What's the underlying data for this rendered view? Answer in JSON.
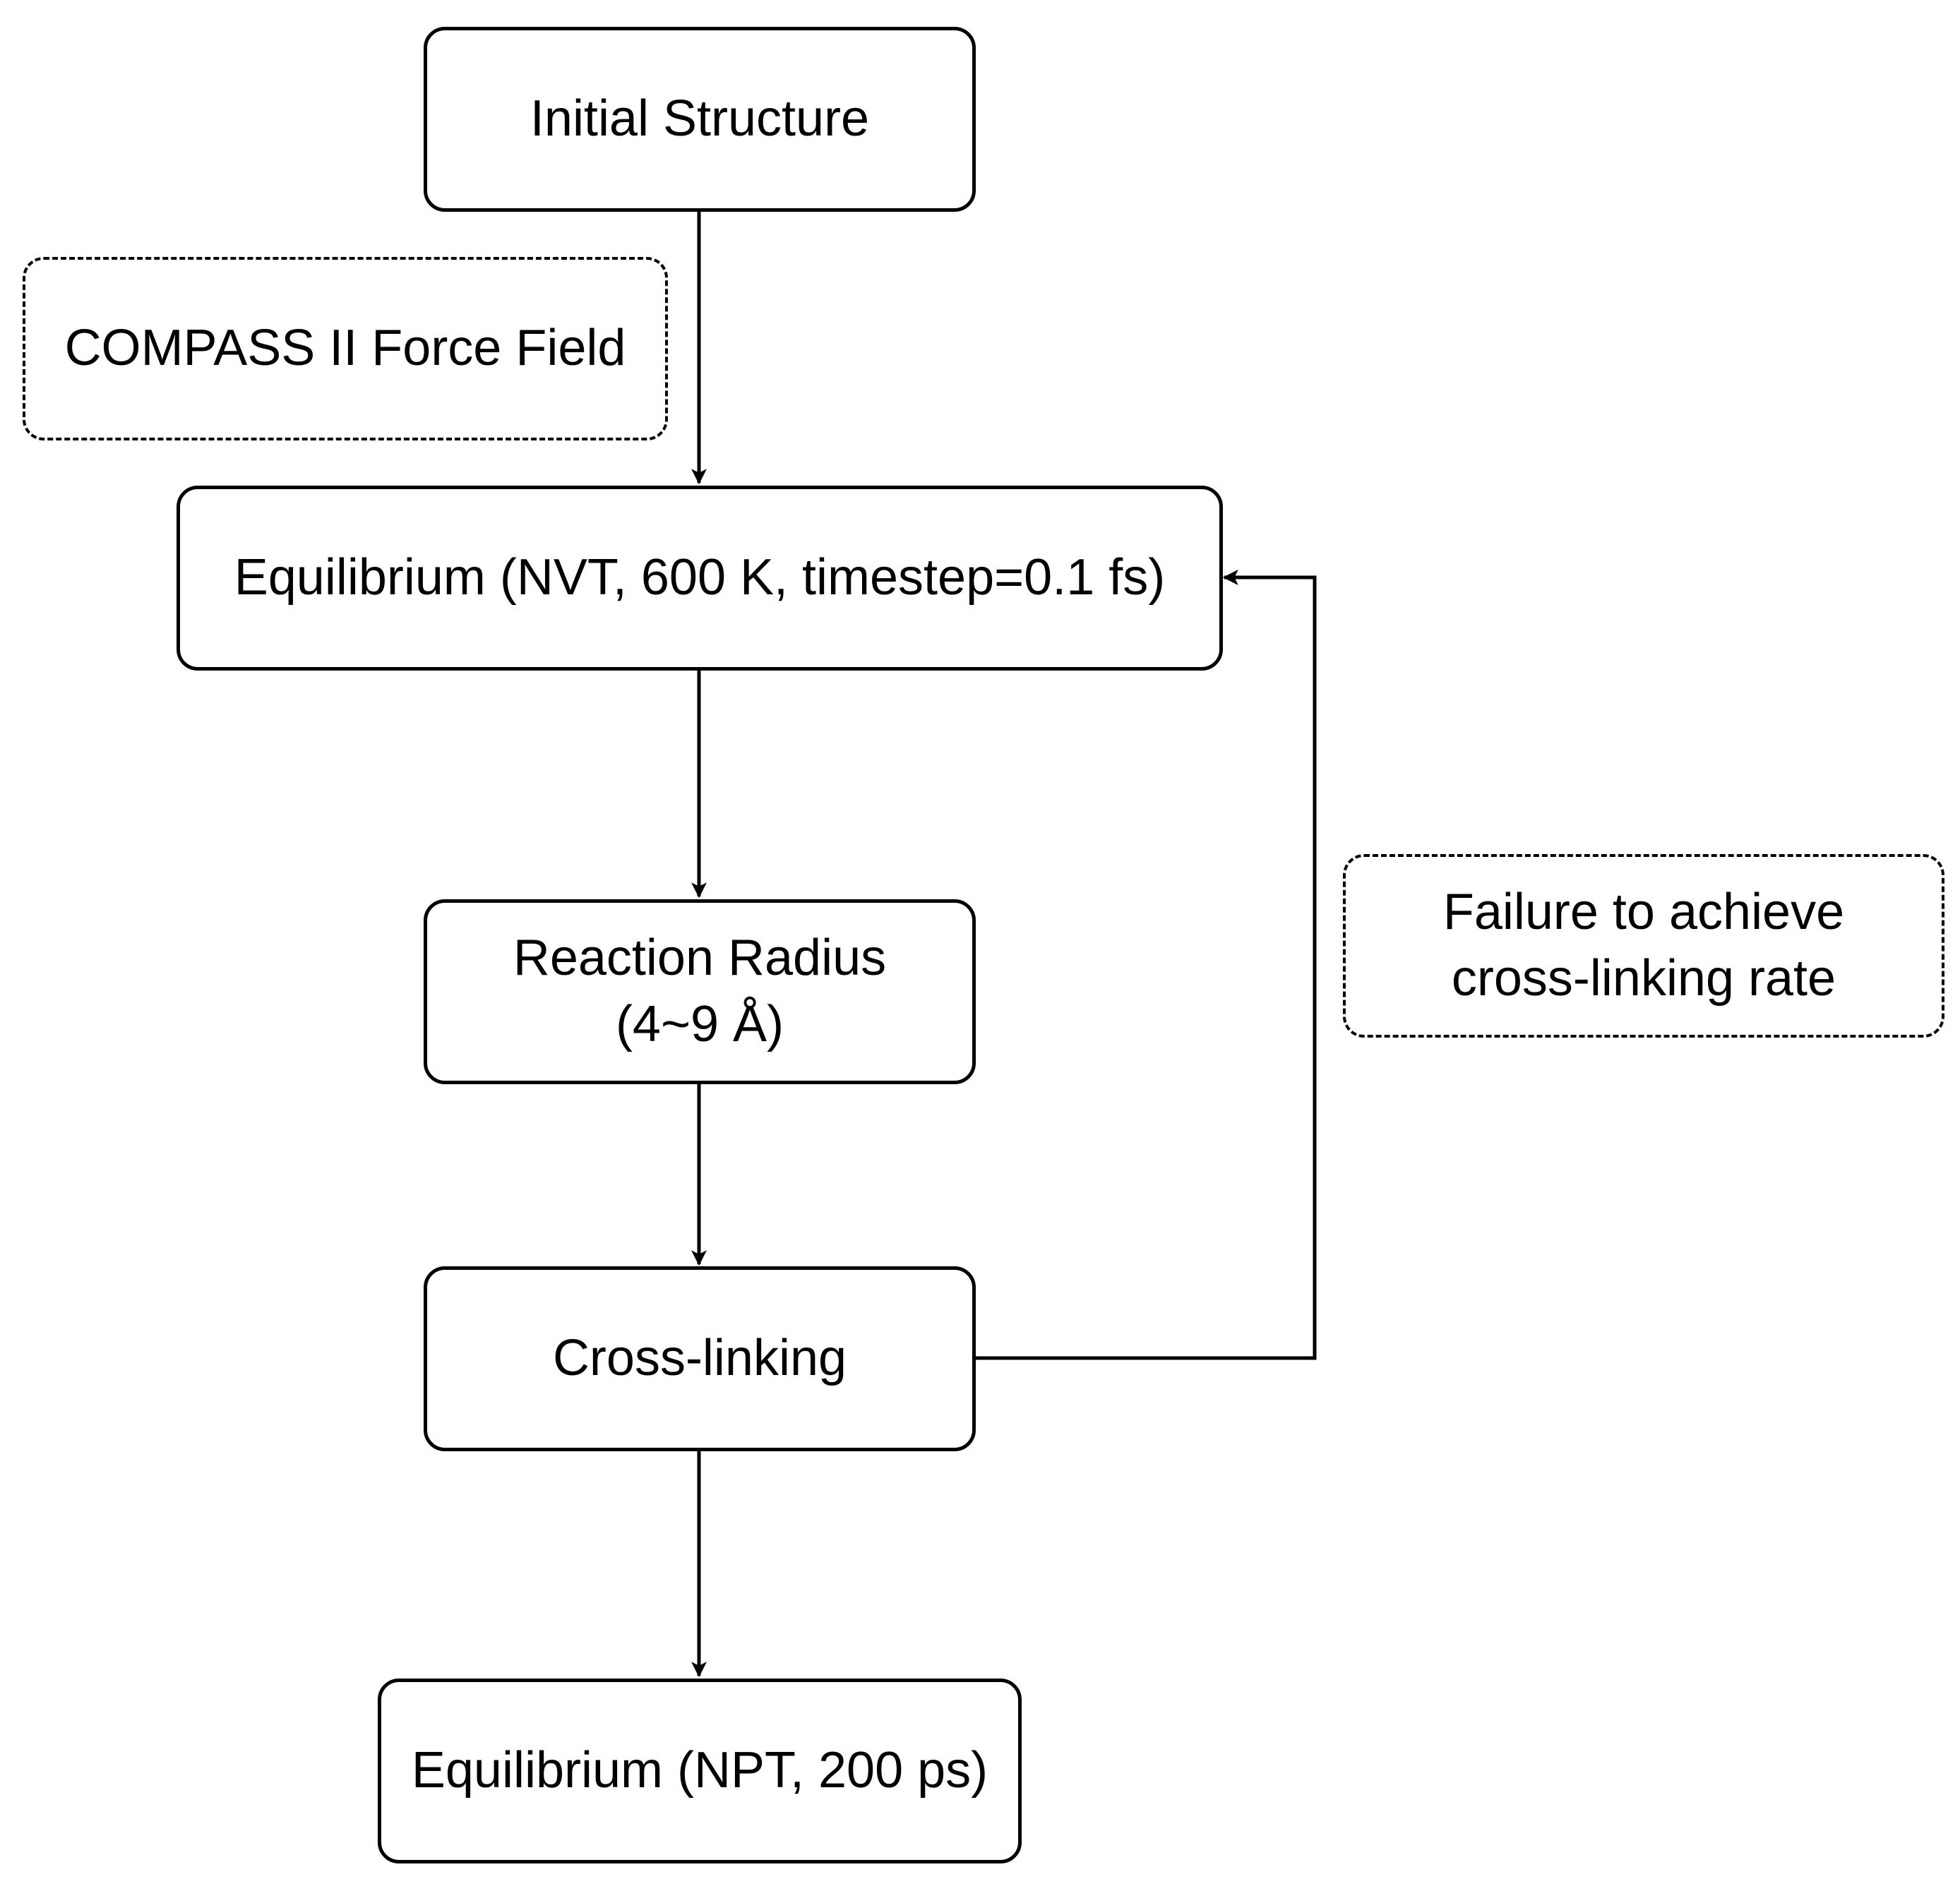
{
  "diagram": {
    "nodes": {
      "initial_structure": {
        "label": "Initial Structure"
      },
      "force_field": {
        "label": "COMPASS II Force Field"
      },
      "equilibrium_nvt": {
        "label": "Equilibrium (NVT, 600 K, timestep=0.1 fs)"
      },
      "reaction_radius": {
        "line1": "Reaction Radius",
        "line2": "(4~9 Å)"
      },
      "cross_linking": {
        "label": "Cross-linking"
      },
      "failure_note": {
        "line1": "Failure to achieve",
        "line2": "cross-linking rate"
      },
      "equilibrium_npt": {
        "label": "Equilibrium (NPT, 200 ps)"
      }
    },
    "edges": [
      {
        "from": "initial_structure",
        "to": "equilibrium_nvt"
      },
      {
        "from": "equilibrium_nvt",
        "to": "reaction_radius"
      },
      {
        "from": "reaction_radius",
        "to": "cross_linking"
      },
      {
        "from": "cross_linking",
        "to": "equilibrium_nvt",
        "label": ""
      },
      {
        "from": "cross_linking",
        "to": "equilibrium_npt"
      }
    ]
  }
}
